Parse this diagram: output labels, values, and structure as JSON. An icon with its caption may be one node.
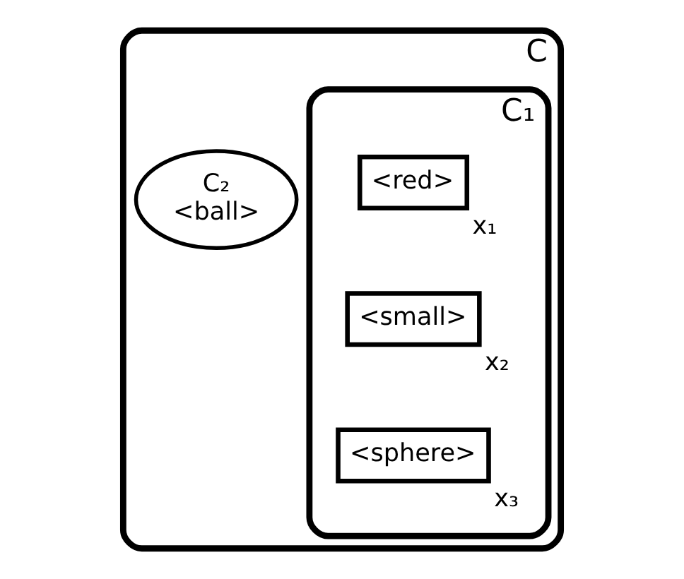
{
  "diagram": {
    "nodes": [
      {
        "text": [
          "C"
        ]
      },
      {
        "text": [
          "C₁"
        ],
        "in": 0
      },
      {
        "text": [
          "<red>"
        ],
        "in": 1,
        "beside": [
          "x₁"
        ]
      },
      {
        "text": [
          "<small>"
        ],
        "in": 1,
        "beside": [
          "x₂"
        ]
      },
      {
        "text": [
          "<sphere>"
        ],
        "in": 1,
        "beside": [
          "x₃"
        ]
      },
      {
        "text": [
          "C₂",
          "<ball>"
        ],
        "in": 0
      }
    ],
    "edges": []
  }
}
